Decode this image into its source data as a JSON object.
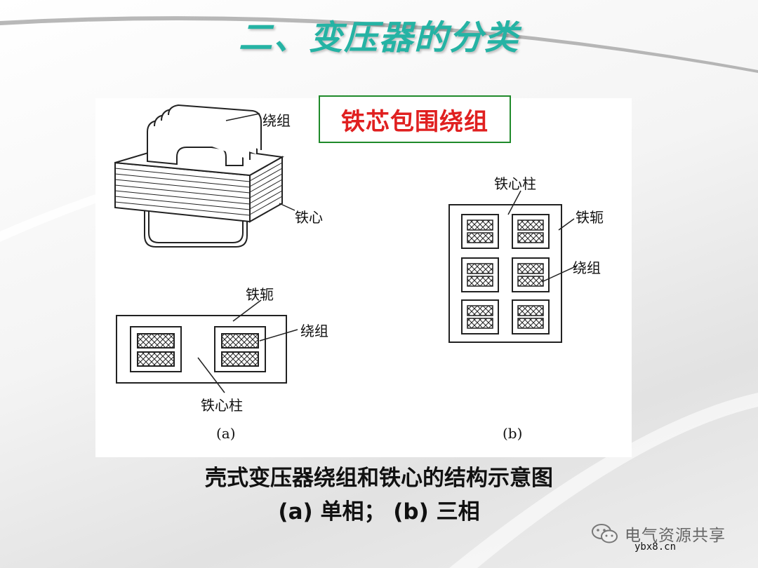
{
  "slide": {
    "title": "二、变压器的分类",
    "badge": "铁芯包围绕组",
    "caption_line1": "壳式变压器绕组和铁心的结构示意图",
    "caption_line2": "(a) 单相；  (b) 三相"
  },
  "figure": {
    "labels": {
      "top_winding": "绕组",
      "top_core": "铁心",
      "a_yoke": "铁轭",
      "a_winding": "绕组",
      "a_limb": "铁心柱",
      "a_caption": "(a)",
      "b_limb": "铁心柱",
      "b_yoke": "铁轭",
      "b_winding": "绕组",
      "b_caption": "(b)"
    }
  },
  "watermark": {
    "text": "电气资源共享",
    "url": "ybx8.cn"
  }
}
